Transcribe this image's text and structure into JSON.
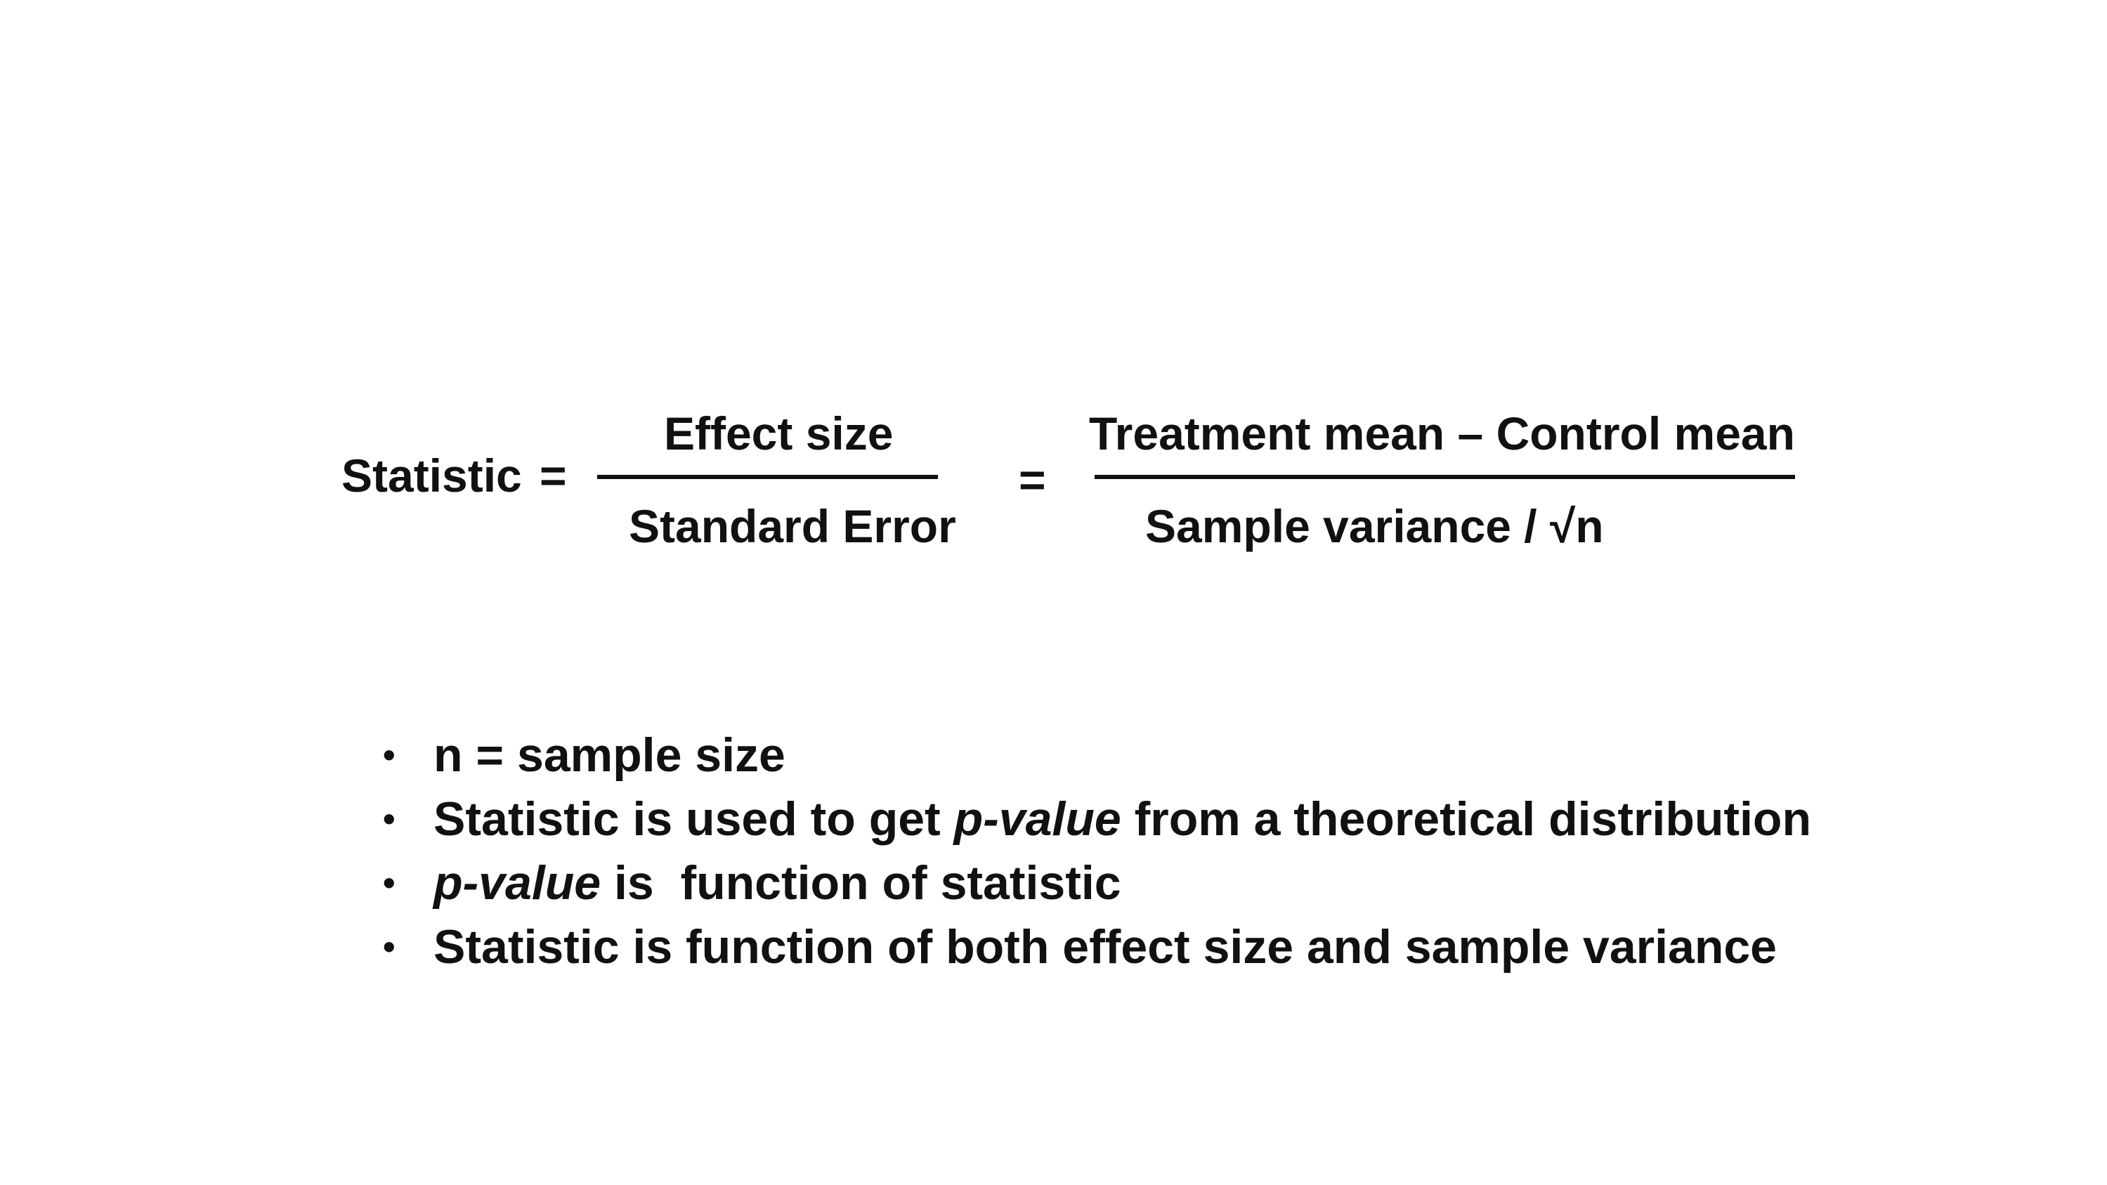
{
  "formula": {
    "lhs": "Statistic",
    "equals_1": "=",
    "frac1_numerator": "Effect size",
    "frac1_denominator": "Standard Error",
    "equals_2": "=",
    "frac2_numerator": "Treatment mean – Control mean",
    "frac2_denominator": "Sample variance / √n"
  },
  "bullets": {
    "marker": "•",
    "b1": {
      "text": "n = sample size"
    },
    "b2": {
      "pre": "Statistic is used to get ",
      "italic": "p-value",
      "post": " from a theoretical distribution"
    },
    "b3": {
      "italic": "p-value",
      "post": " is  function of statistic"
    },
    "b4": {
      "text": "Statistic is function of both effect size and sample variance"
    }
  },
  "colors": {
    "text": "#111111",
    "background": "#ffffff"
  }
}
